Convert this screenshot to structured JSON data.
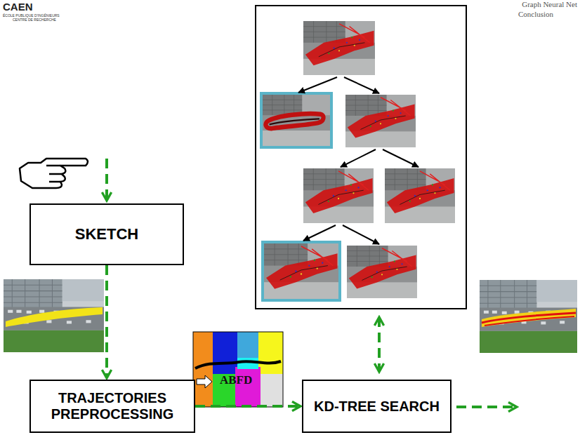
{
  "diagram": {
    "nodes": [
      {
        "text": [
          "SKETCH"
        ]
      },
      {
        "text": [
          "TRAJECTORIES PREPROCESSING"
        ]
      },
      {
        "text": [
          "KD-TREE SEARCH"
        ]
      }
    ],
    "edges": [
      {
        "from": 0,
        "to": 1,
        "arrow": "to"
      },
      {
        "from": 1,
        "to": 2,
        "arrow": "to"
      }
    ],
    "labels": [
      "CAEN",
      "ÉCOLE PUBLIQUE D'INGÉNIEURS",
      "CENTRE DE RECHERCHE",
      "Graph Neural Net",
      "Conclusion",
      "ABFD"
    ]
  }
}
